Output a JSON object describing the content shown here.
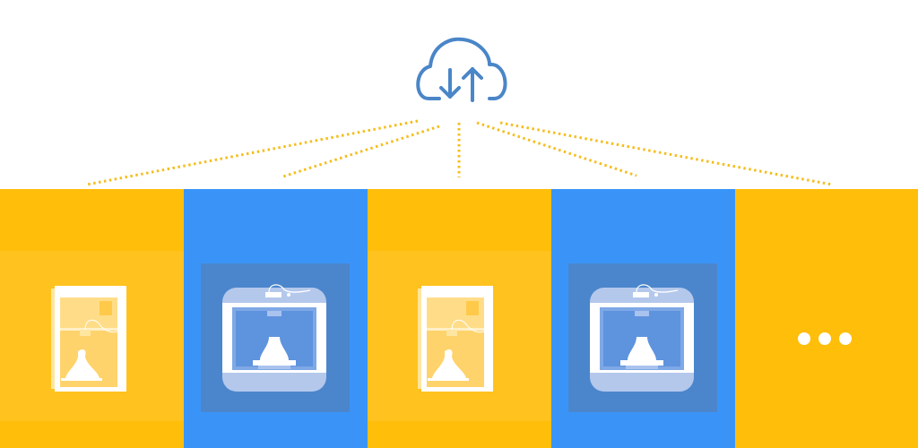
{
  "colors": {
    "background": "#ffffff",
    "yellow_panel": "#FFBE0A",
    "blue_panel": "#3A94F7",
    "blue_inner": "#4B86CC",
    "cloud": "#4A86C8",
    "dotted_line": "#F5BE1E"
  },
  "cloud": {
    "icon": "cloud-sync-icon",
    "arrows": [
      "arrow-down-icon",
      "arrow-up-icon"
    ]
  },
  "panels": [
    {
      "color": "yellow",
      "content": "printer-open-frame-icon"
    },
    {
      "color": "blue",
      "content": "printer-enclosed-icon"
    },
    {
      "color": "yellow",
      "content": "printer-open-frame-icon"
    },
    {
      "color": "blue",
      "content": "printer-enclosed-icon"
    },
    {
      "color": "yellow",
      "content": "more-dots-icon"
    }
  ]
}
